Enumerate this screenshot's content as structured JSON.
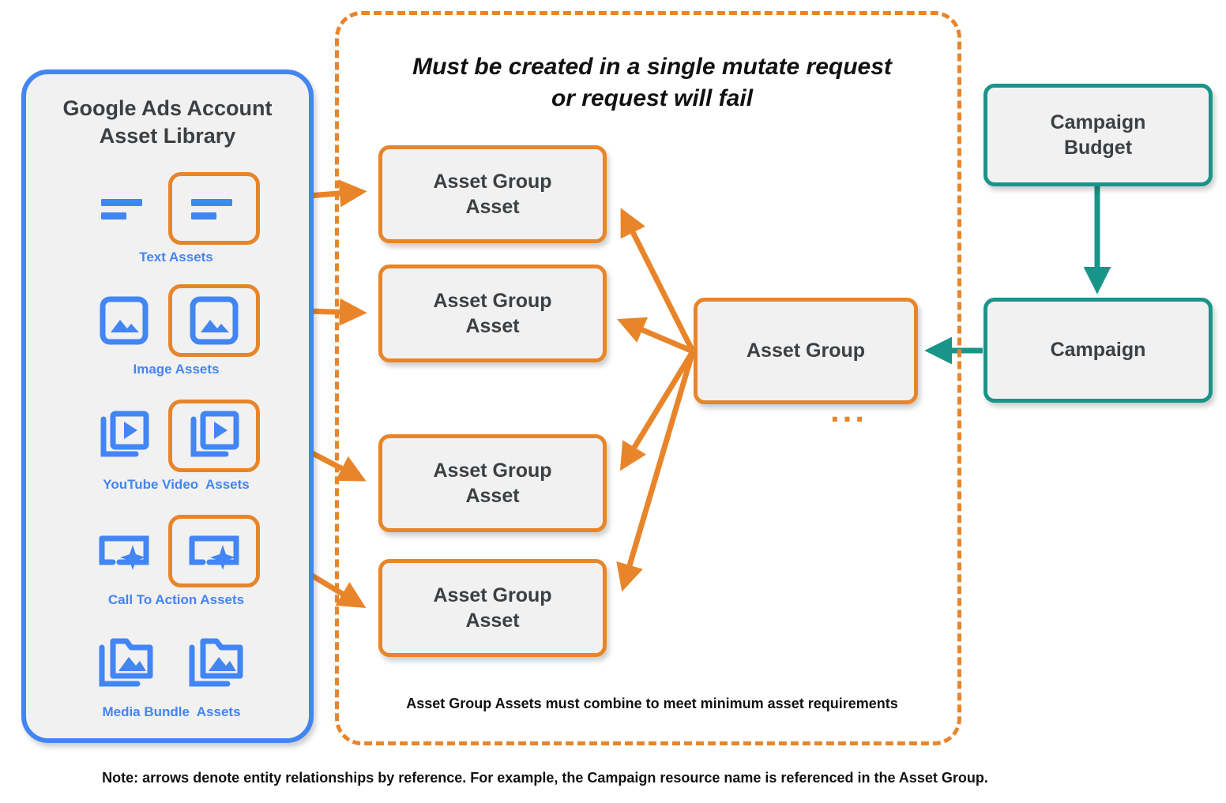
{
  "library": {
    "title": "Google Ads Account\nAsset Library",
    "border_color": "#4285F4",
    "icon_color": "#4285F4",
    "highlight_color": "#E8852A",
    "items": [
      {
        "label": "Text Assets",
        "icon": "text-lines-icon",
        "highlighted": true
      },
      {
        "label": "Image Assets",
        "icon": "image-icon",
        "highlighted": true
      },
      {
        "label": "YouTube Video  Assets",
        "icon": "video-stack-icon",
        "highlighted": true
      },
      {
        "label": "Call To Action Assets",
        "icon": "call-to-action-sparkle-icon",
        "highlighted": true
      },
      {
        "label": "Media Bundle  Assets",
        "icon": "media-bundle-folder-icon",
        "highlighted": false
      }
    ]
  },
  "mutate_container": {
    "heading": "Must be created in a single mutate request\nor request will fail",
    "footnote": "Asset Group Assets must combine to meet minimum asset requirements",
    "ellipsis": "...",
    "border_color": "#E8852A",
    "asset_group_assets": [
      {
        "label": "Asset Group\nAsset"
      },
      {
        "label": "Asset Group\nAsset"
      },
      {
        "label": "Asset Group\nAsset"
      },
      {
        "label": "Asset Group\nAsset"
      }
    ]
  },
  "nodes": {
    "asset_group": {
      "label": "Asset Group",
      "color": "#E8852A"
    },
    "campaign_budget": {
      "label": "Campaign\nBudget",
      "color": "#199488"
    },
    "campaign": {
      "label": "Campaign",
      "color": "#199488"
    }
  },
  "footer": {
    "note": "Note: arrows denote entity relationships by reference. For example, the Campaign resource name is referenced in the Asset Group."
  }
}
